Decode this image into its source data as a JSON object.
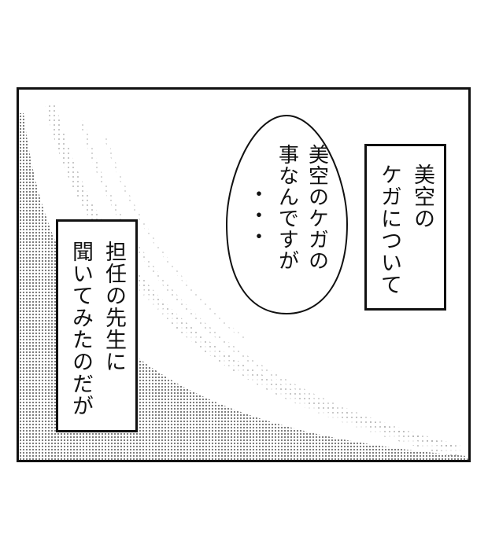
{
  "panel": {
    "border_color": "#111111",
    "background": "#ffffff",
    "screentone_color": "#9a9a9a"
  },
  "caption_right": {
    "lines": [
      "美空の",
      "ケガについて"
    ]
  },
  "speech_balloon": {
    "lines": [
      "美空のケガの",
      "事なんですが",
      "・・・"
    ]
  },
  "caption_left": {
    "lines": [
      "担任の先生に",
      "聞いてみたのだが"
    ]
  }
}
